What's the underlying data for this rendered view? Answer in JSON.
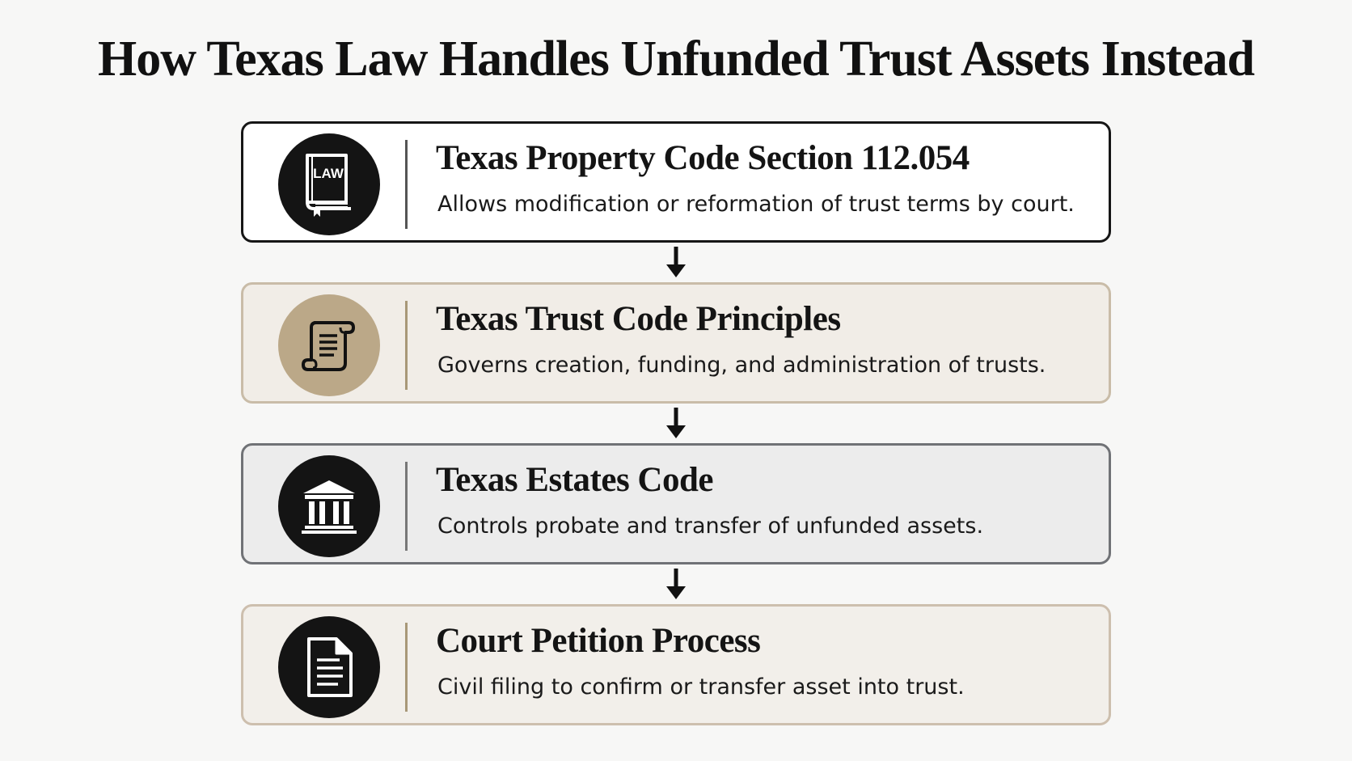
{
  "title": "How Texas Law Handles Unfunded Trust Assets Instead",
  "steps": [
    {
      "title": "Texas Property Code Section 112.054",
      "description": "Allows modification or reformation of trust terms by court.",
      "icon": "law-book-icon",
      "icon_label": "LAW"
    },
    {
      "title": "Texas Trust Code Principles",
      "description": "Governs creation, funding, and administration of trusts.",
      "icon": "scroll-icon"
    },
    {
      "title": "Texas Estates Code",
      "description": "Controls probate and transfer of unfunded assets.",
      "icon": "courthouse-icon"
    },
    {
      "title": "Court Petition Process",
      "description": "Civil filing to confirm or transfer asset into trust.",
      "icon": "document-icon"
    }
  ],
  "colors": {
    "dark_circle": "#141414",
    "tan_circle": "#bba888",
    "card1_bg": "#ffffff",
    "card2_bg": "#f1ede7",
    "card3_bg": "#ececec",
    "card4_bg": "#f2efea"
  }
}
